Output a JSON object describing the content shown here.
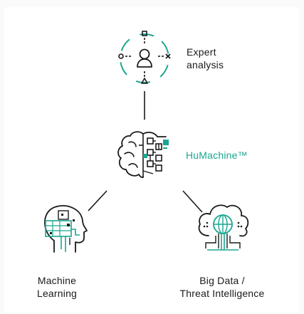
{
  "nodes": {
    "expert": {
      "line1": "Expert",
      "line2": "analysis"
    },
    "humachine": {
      "label": "HuMachine™"
    },
    "ml": {
      "line1": "Machine",
      "line2": "Learning"
    },
    "bigdata": {
      "line1": "Big Data /",
      "line2": "Threat Intelligence"
    }
  },
  "icons": {
    "expert": "expert-analysis-icon",
    "humachine": "brain-circuit-icon",
    "ml": "machine-learning-head-icon",
    "bigdata": "cloud-globe-icon"
  },
  "colors": {
    "accent": "#1aa690",
    "stroke": "#1a1a1a",
    "background": "#ffffff"
  }
}
